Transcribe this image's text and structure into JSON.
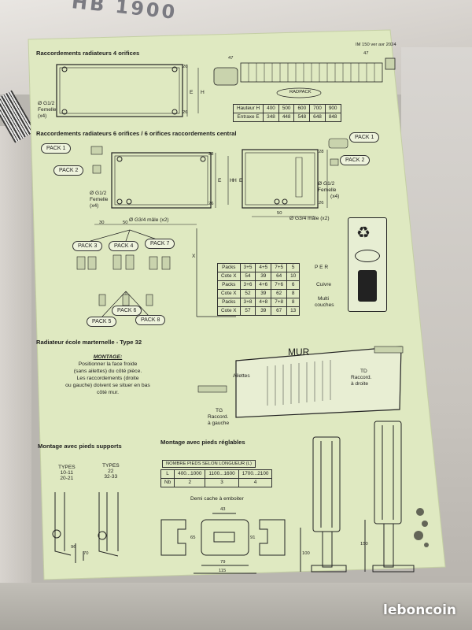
{
  "header": {
    "ref": "IM 150 ver avr 2024"
  },
  "sections": {
    "s1": "Raccordements radiateurs 4 orifices",
    "s2": "Raccordements radiateurs 6 orifices / 6 orifices raccordements central",
    "s3": "Radiateur école marternelle - Type 32",
    "s4": "Montage avec pieds supports",
    "s5": "Montage avec pieds réglables"
  },
  "dims": {
    "d47a": "47",
    "d47b": "47",
    "d26a": "26",
    "d26b": "26",
    "d28a": "28",
    "d28b": "28",
    "d26c": "26",
    "d26d": "26",
    "e": "E",
    "hh": "H",
    "e2": "E",
    "h2": "H",
    "h3": "H",
    "e3": "E",
    "d30": "30",
    "d50a": "50",
    "d50b": "50",
    "x": "X",
    "d43": "43",
    "d65": "65",
    "d91": "91",
    "d79": "79",
    "d115": "115",
    "d96": "96",
    "d70": "70",
    "d100": "100",
    "d150": "150"
  },
  "labels": {
    "orif1": "Ø G1/2",
    "orif1b": "Femelle",
    "orif1c": "(x4)",
    "orif2": "Ø G1/2",
    "orif2b": "Femelle",
    "orif2c": "(x4)",
    "orif3": "Ø G1/2",
    "orif3b": "Femelle",
    "orif3c": "(x4)",
    "male1": "Ø G3/4 mâle (x2)",
    "male2": "Ø G3/4 mâle (x2)",
    "radpack": "RADPACK",
    "mur": "MUR",
    "ailettes": "Ailettes",
    "td": "TD",
    "td2": "Raccord.",
    "td3": "à droite",
    "tg": "TG",
    "tg2": "Raccord.",
    "tg3": "à gauche",
    "per": "P E R",
    "cuivre": "Cuivre",
    "multi": "Multi",
    "couches": "couches",
    "types1a": "TYPES",
    "types1b": "10-11",
    "types1c": "20-21",
    "types2a": "TYPES",
    "types2b": "22",
    "types2c": "32-33",
    "demicache": "Demi cache à emboiter"
  },
  "packs": [
    "PACK 1",
    "PACK 2",
    "PACK 1",
    "PACK 2",
    "PACK 3",
    "PACK 4",
    "PACK 7",
    "PACK 6",
    "PACK 5",
    "PACK 8"
  ],
  "montage": {
    "title": "MONTAGE:",
    "line1": "Positionner la face froide",
    "line2": "(sans ailettes) du côté pièce.",
    "line3": "Les raccordements (droite",
    "line4": "ou gauche) doivent se situer en bas",
    "line5": "côté mur."
  },
  "height_table": {
    "rows": [
      [
        "Hauteur H",
        "400",
        "500",
        "600",
        "700",
        "900"
      ],
      [
        "Entraxe E",
        "348",
        "448",
        "548",
        "648",
        "848"
      ]
    ]
  },
  "pack_table": {
    "rows": [
      [
        "Packs",
        "3+5",
        "4+5",
        "7+5",
        "5"
      ],
      [
        "Cote X",
        "54",
        "39",
        "64",
        "10"
      ],
      [
        "Packs",
        "3+6",
        "4+6",
        "7+6",
        "6"
      ],
      [
        "Cote X",
        "52",
        "39",
        "62",
        "8"
      ],
      [
        "Packs",
        "3+8",
        "4+8",
        "7+8",
        "8"
      ],
      [
        "Cote X",
        "57",
        "39",
        "67",
        "13"
      ]
    ]
  },
  "feet_table": {
    "title": "NOMBRE PIEDS SELON LONGUEUR (L)",
    "row1": [
      "L",
      "400...1000",
      "1100...1600",
      "1700...2100"
    ],
    "row2": [
      "Nb",
      "2",
      "3",
      "4"
    ]
  },
  "logo": "leboncoin"
}
